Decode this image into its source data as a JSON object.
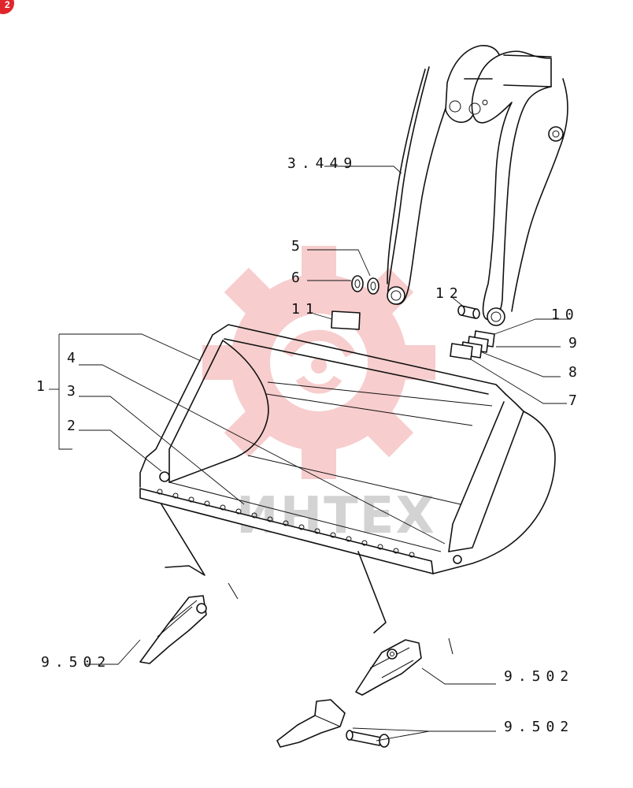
{
  "badge": {
    "text": "2",
    "color": "#e0262b"
  },
  "watermark": {
    "text": "ИНТЕХ",
    "gear_color": "#f7c8c8",
    "text_color": "#cfcfcf"
  },
  "callouts": {
    "arm": "3.449",
    "part_5": "5",
    "part_6": "6",
    "part_11": "11",
    "part_12": "12",
    "part_10": "10",
    "part_9": "9",
    "part_8": "8",
    "part_7": "7",
    "part_1": "1",
    "part_4": "4",
    "part_3": "3",
    "part_2": "2",
    "tooth_left": "9.502",
    "tooth_right": "9.502",
    "tooth_bottom": "9.502"
  }
}
